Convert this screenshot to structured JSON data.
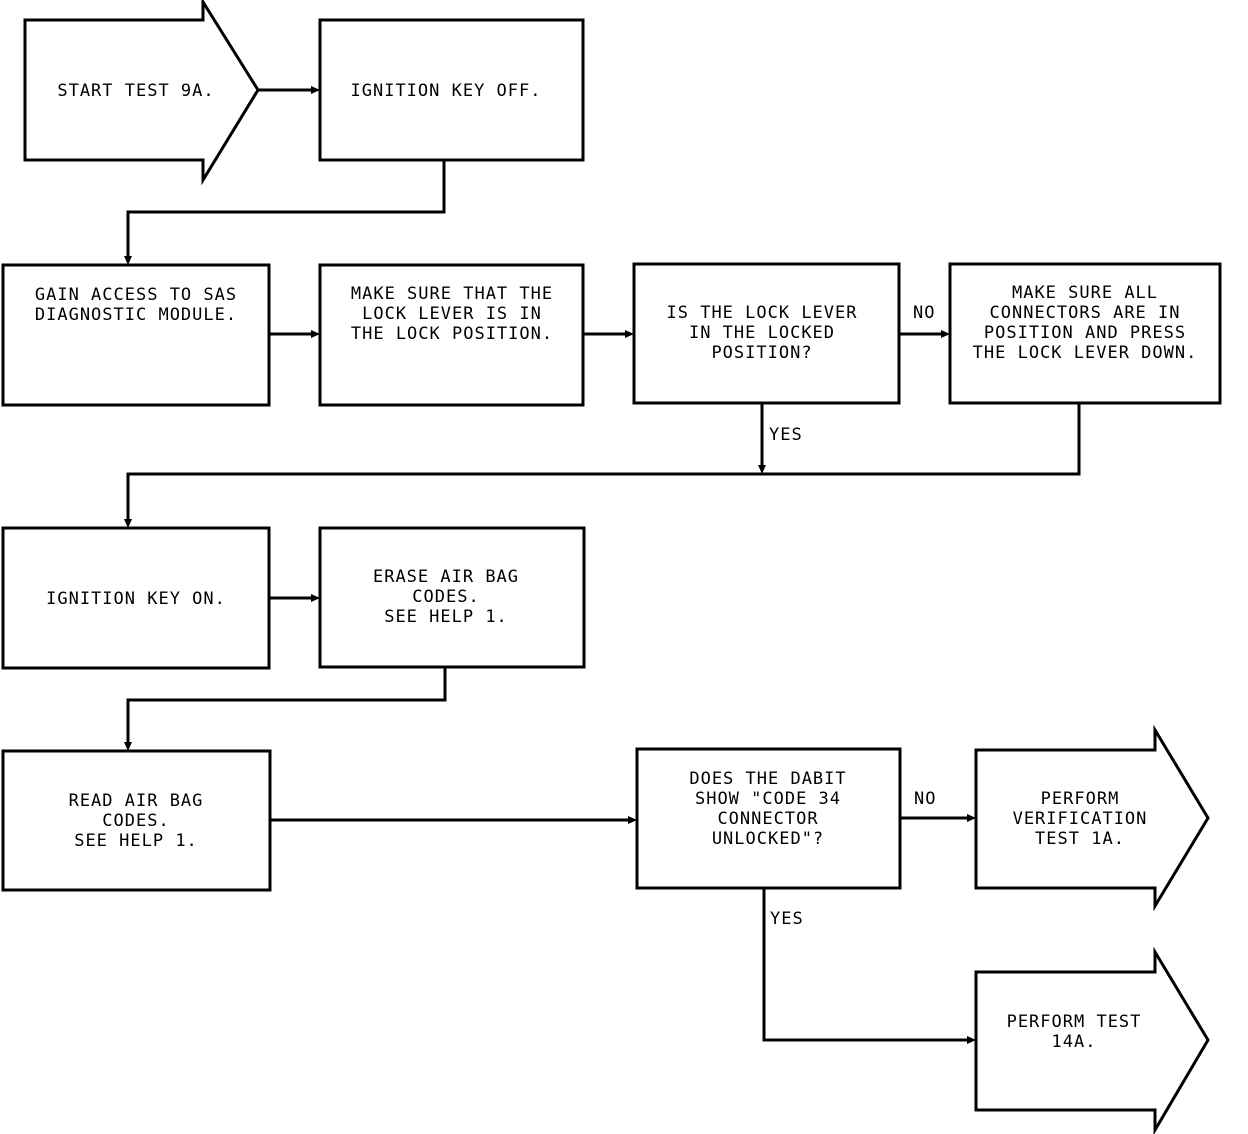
{
  "nodes": {
    "start": [
      "START TEST 9A."
    ],
    "ign_off": [
      "IGNITION KEY OFF."
    ],
    "gain": [
      "GAIN ACCESS TO SAS",
      "DIAGNOSTIC MODULE."
    ],
    "make_sure_lock": [
      "MAKE SURE THAT THE",
      "LOCK LEVER IS IN",
      "THE LOCK POSITION."
    ],
    "is_locked": [
      "IS THE LOCK LEVER",
      "IN THE LOCKED",
      "POSITION?"
    ],
    "make_sure_conn": [
      "MAKE SURE ALL",
      "CONNECTORS ARE IN",
      "POSITION AND PRESS",
      "THE LOCK LEVER DOWN."
    ],
    "ign_on": [
      "IGNITION KEY ON."
    ],
    "erase": [
      "ERASE AIR BAG",
      "CODES.",
      "SEE HELP 1."
    ],
    "read": [
      "READ AIR BAG",
      "CODES.",
      "SEE HELP 1."
    ],
    "does_show": [
      "DOES THE DABIT",
      "SHOW \"CODE 34",
      "CONNECTOR",
      "UNLOCKED\"?"
    ],
    "perform_verif": [
      "PERFORM",
      "VERIFICATION",
      "TEST 1A."
    ],
    "perform_14a": [
      "PERFORM TEST",
      "14A."
    ]
  },
  "branch_labels": {
    "no_1": "NO",
    "yes_1": "YES",
    "no_2": "NO",
    "yes_2": "YES"
  }
}
